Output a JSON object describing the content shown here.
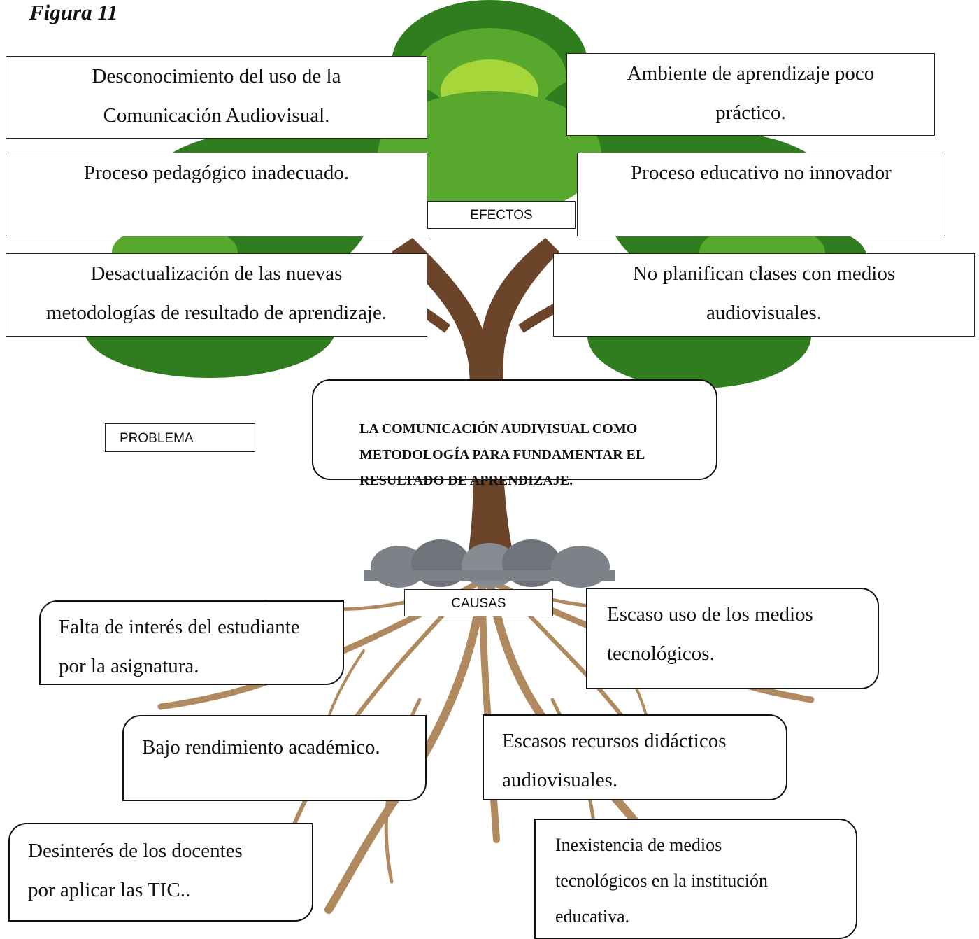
{
  "caption": "Figura 11",
  "labels": {
    "efectos": "EFECTOS",
    "problema": "PROBLEMA",
    "causas": "CAUSAS"
  },
  "problem": "LA COMUNICACIÓN AUDIVISUAL COMO\nMETODOLOGÍA PARA FUNDAMENTAR EL\nRESULTADO DE APRENDIZAJE.",
  "effects": [
    "Desconocimiento del uso de la\nComunicación Audiovisual.",
    "Ambiente de aprendizaje poco\npráctico.",
    "Proceso pedagógico inadecuado.",
    "Proceso educativo no innovador",
    "Desactualización de las nuevas\nmetodologías de resultado de aprendizaje.",
    "No planifican clases con medios\naudiovisuales."
  ],
  "causes": [
    "Falta de interés del estudiante\npor la asignatura.",
    "Escaso uso de los medios\ntecnológicos.",
    "Bajo rendimiento académico.",
    "Escasos recursos didácticos\naudiovisuales.",
    "Desinterés de los docentes\npor aplicar las TIC..",
    "Inexistencia de medios\ntecnológicos en la institución\neducativa."
  ],
  "colors": {
    "leaf_dark": "#2f7d1e",
    "leaf_mid": "#57a82c",
    "leaf_light": "#a7d63a",
    "trunk": "#6b4429",
    "root": "#b08a5e",
    "stone": "#7c8287"
  }
}
